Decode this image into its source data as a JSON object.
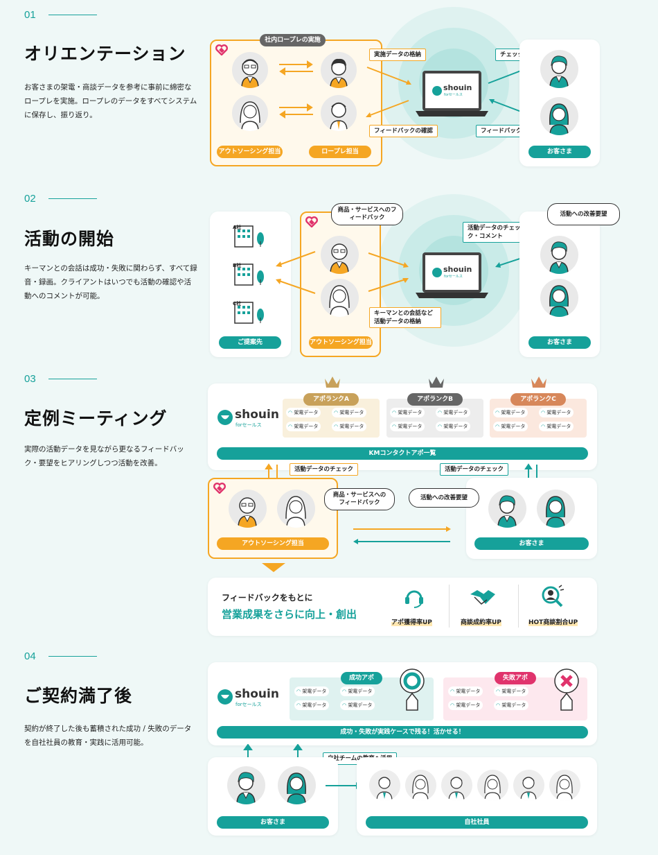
{
  "sections": [
    {
      "num": "01",
      "title": "オリエンテーション",
      "desc": "お客さまの架電・商談データを参考に事前に綿密なロープレを実施。ロープレのデータをすべてシステムに保存し、振り返り。"
    },
    {
      "num": "02",
      "title": "活動の開始",
      "desc": "キーマンとの会話は成功・失敗に関わらず、すべて録音・録画。クライアントはいつでも活動の確認や活動へのコメントが可能。"
    },
    {
      "num": "03",
      "title": "定例ミーティング",
      "desc": "実際の活動データを見ながら更なるフィードバック・要望をヒアリングしつつ活動を改善。"
    },
    {
      "num": "04",
      "title": "ご契約満了後",
      "desc": "契約が終了した後も蓄積された成功 / 失敗のデータを自社社員の教育・実践に活用可能。"
    }
  ],
  "s1": {
    "roleplay_tag": "社内ロープレの実施",
    "outsourcing": "アウトソーシング担当",
    "roleplay_staff": "ロープレ担当",
    "store": "実施データの格納",
    "check_feedback": "フィードバックの確認",
    "check": "チェック",
    "feedback": "フィードバック",
    "customer": "お客さま"
  },
  "s2": {
    "proposal": "ご提案先",
    "company_a": "A社",
    "company_b": "B社",
    "company_c": "C社",
    "bubble_feedback": "商品・サービスへのフィードバック",
    "bubble_request": "活動への改善要望",
    "check_comment": "活動データのチェック・コメント",
    "store": "キーマンとの会話など活動データの格納",
    "outsourcing": "アウトソーシング担当",
    "customer": "お客さま"
  },
  "s3": {
    "rank_a": "アポランクA",
    "rank_b": "アポランクB",
    "rank_c": "アポランクC",
    "call_data": "架電データ",
    "km_bar": "KMコンタクトアポ一覧",
    "check1": "活動データのチェック",
    "check2": "活動データのチェック",
    "bubble_feedback": "商品・サービスへのフィードバック",
    "bubble_request": "活動への改善要望",
    "outsourcing": "アウトソーシング担当",
    "customer": "お客さま",
    "result_line1": "フィードバックをもとに",
    "result_line2": "営業成果をさらに向上・創出",
    "metric1": "アポ獲得率UP",
    "metric2": "商談成約率UP",
    "metric3": "HOT商談割合UP"
  },
  "s4": {
    "success": "成功アポ",
    "fail": "失敗アポ",
    "call_data": "架電データ",
    "bar": "成功・失敗が実践ケースで残る！活かせる！",
    "edu": "自社チームの教育へ活用",
    "customer": "お客さま",
    "employees": "自社社員"
  },
  "brand": {
    "name": "shouin",
    "sub": "forセールス"
  },
  "colors": {
    "teal": "#16a19a",
    "orange": "#f5a623",
    "pink": "#e0336c",
    "bg": "#eff8f7"
  }
}
